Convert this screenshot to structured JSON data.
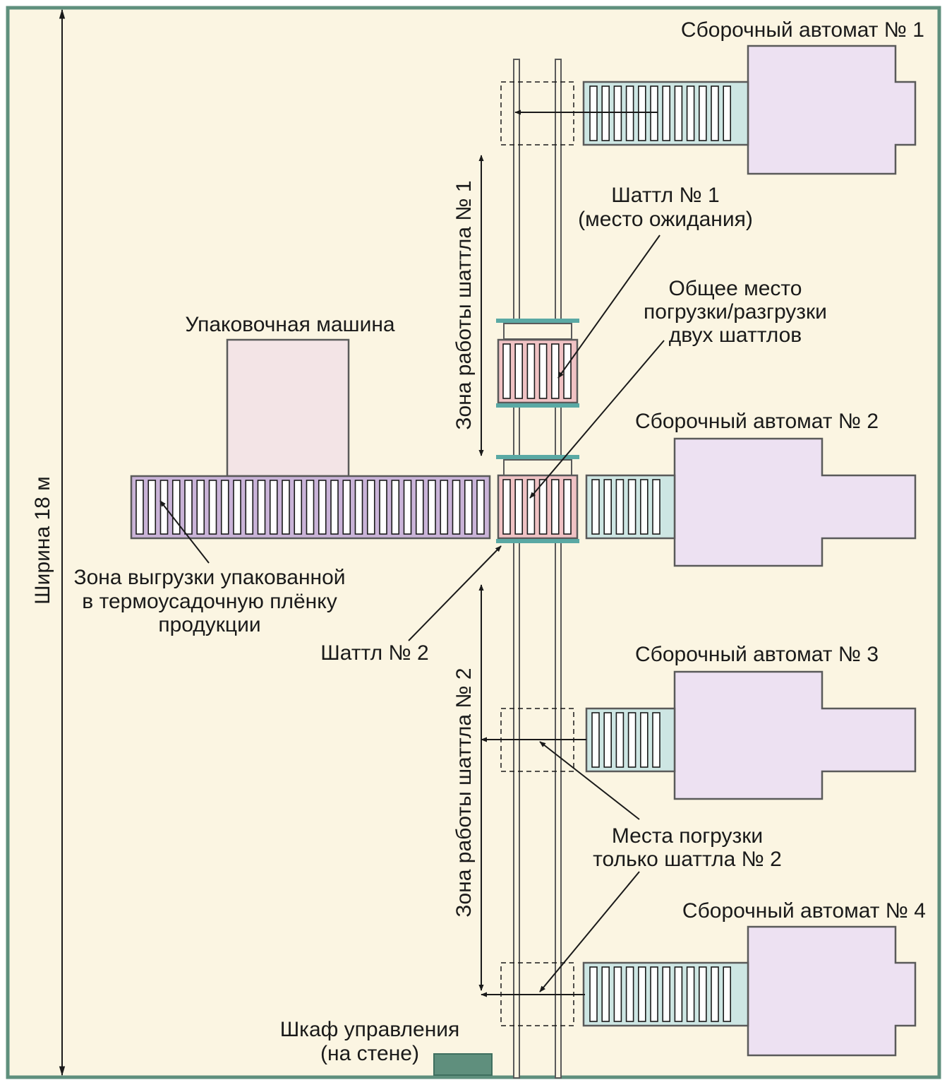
{
  "colors": {
    "background": "#fbf5e2",
    "border": "#5f8f7d",
    "machine_fill": "#ede1f2",
    "machine_stroke": "#5a5a5a",
    "feeder_fill": "#cde6e3",
    "shuttle_fill": "#f0c2c4",
    "shuttle_bar": "#5aa9a4",
    "packing_fill": "#f3e4e6",
    "unload_fill": "#c9b3d8",
    "cabinet_fill": "#5f8f7d",
    "line": "#1a1a1a"
  },
  "labels": {
    "width": "Ширина 18 м",
    "machine1": "Сборочный автомат № 1",
    "machine2": "Сборочный автомат № 2",
    "machine3": "Сборочный автомат № 3",
    "machine4": "Сборочный автомат № 4",
    "packing_machine": "Упаковочная машина",
    "shuttle1_line1": "Шаттл № 1",
    "shuttle1_line2": "(место ожидания)",
    "common_line1": "Общее место",
    "common_line2": "погрузки/разгрузки",
    "common_line3": "двух шаттлов",
    "unload_line1": "Зона выгрузки упакованной",
    "unload_line2": "в термоусадочную плёнку",
    "unload_line3": "продукции",
    "shuttle2": "Шаттл № 2",
    "zone1": "Зона работы шаттла № 1",
    "zone2": "Зона работы шаттла № 2",
    "load2_line1": "Места погрузки",
    "load2_line2": "только шаттла № 2",
    "cabinet_line1": "Шкаф управления",
    "cabinet_line2": "(на стене)"
  }
}
